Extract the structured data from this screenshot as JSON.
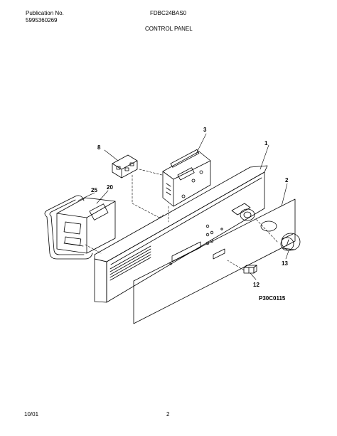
{
  "header": {
    "publication_label": "Publication No.",
    "publication_number": "5995360269",
    "model": "FDBC24BAS0",
    "section_title": "CONTROL PANEL"
  },
  "diagram": {
    "callouts": [
      "1",
      "2",
      "3",
      "8",
      "12",
      "13",
      "20",
      "25"
    ],
    "figure_code": "P30C0115"
  },
  "footer": {
    "date": "10/01",
    "page": "2"
  }
}
